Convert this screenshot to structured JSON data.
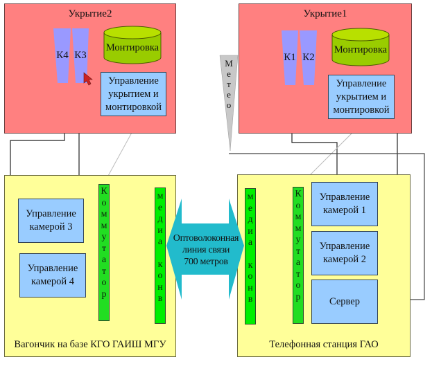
{
  "enclosures": [
    {
      "title": "Укрытие2",
      "cameras": [
        "К4",
        "К3"
      ],
      "mount": "Монтировка",
      "control": [
        "Управление",
        "укрытием и",
        "монтировкой"
      ]
    },
    {
      "title": "Укрытие1",
      "cameras": [
        "К1",
        "К2"
      ],
      "mount": "Монтировка",
      "control": [
        "Управление",
        "укрытием и",
        "монтировкой"
      ]
    }
  ],
  "meteo": {
    "label": "Метео",
    "letters": [
      "М",
      "е",
      "т",
      "е",
      "о"
    ]
  },
  "sites": [
    {
      "title": "Вагончик на базе КГО ГАИШ МГУ",
      "blocks": [
        [
          "Управление",
          "камерой 3"
        ],
        [
          "Управление",
          "камерой 4"
        ]
      ]
    },
    {
      "title": "Телефонная станция ГАО",
      "blocks": [
        [
          "Управление",
          "камерой 1"
        ],
        [
          "Управление",
          "камерой 2"
        ],
        [
          "Сервер"
        ]
      ]
    }
  ],
  "switch": {
    "label": "Коммутатор",
    "letters": [
      "К",
      "о",
      "м",
      "м",
      "у",
      "т",
      "а",
      "т",
      "о",
      "р"
    ]
  },
  "media": {
    "label": "медиа конв",
    "letters": [
      "м",
      "е",
      "д",
      "и",
      "а",
      " ",
      "к",
      "о",
      "н",
      "в"
    ]
  },
  "link": {
    "lines": [
      "Оптоволоконная",
      "линия связи",
      "700 метров"
    ]
  },
  "colors": {
    "enclosure": "#ff8080",
    "site": "#ffff99",
    "camera": "#9999ff",
    "mount": "#99cc00",
    "control": "#99ccff",
    "switch": "#22dd22",
    "media": "#00ee00",
    "link": "#22bbcc",
    "meteo": "#c8c8c8"
  }
}
